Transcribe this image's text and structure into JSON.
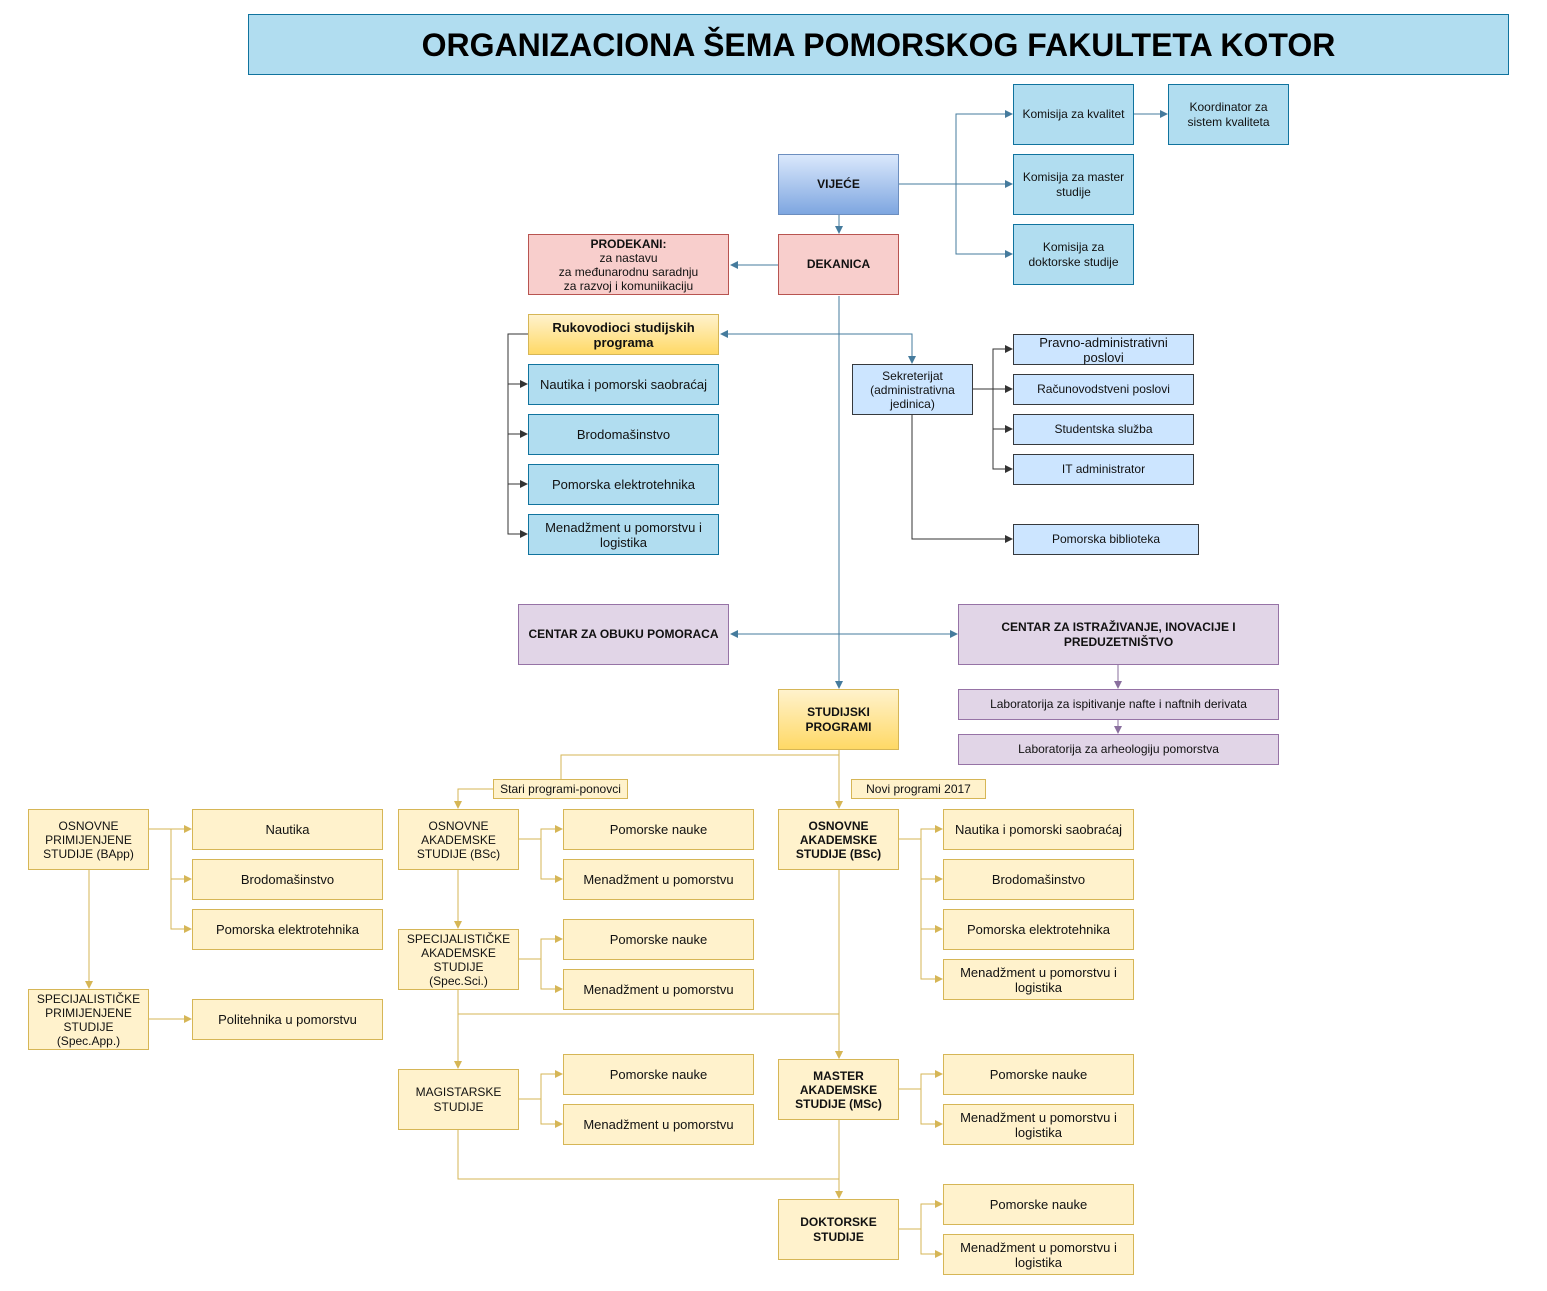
{
  "title": "ORGANIZACIONA ŠEMA POMORSKOG FAKULTETA KOTOR",
  "vijece": "VIJEĆE",
  "dekanica": "DEKANICA",
  "prodekani": {
    "heading": "PRODEKANI:",
    "lines": [
      "za nastavu",
      "za međunarodnu saradnju",
      "za razvoj i komuniikaciju"
    ]
  },
  "komisije": [
    "Komisija za kvalitet",
    "Komisija za master studije",
    "Komisija za doktorske studije"
  ],
  "koordinator": "Koordinator za sistem kvaliteta",
  "rukovodioci": {
    "heading": "Rukovodioci studijskih programa",
    "programs": [
      "Nautika i pomorski saobraćaj",
      "Brodomašinstvo",
      "Pomorska elektrotehnika",
      "Menadžment u pomorstvu i logistika"
    ]
  },
  "sekretarijat": {
    "name": "Sekreterijat (administrativna jedinica)",
    "units": [
      "Pravno-administrativni poslovi",
      "Računovodstveni poslovi",
      "Studentska služba",
      "IT administrator"
    ],
    "biblioteka": "Pomorska biblioteka"
  },
  "centar_obuka": "CENTAR ZA OBUKU POMORACA",
  "centar_istrazivanje": "CENTAR ZA ISTRAŽIVANJE, INOVACIJE I PREDUZETNIŠTVO",
  "laboratorije": [
    "Laboratorija za ispitivanje nafte i naftnih derivata",
    "Laboratorija za arheologiju pomorstva"
  ],
  "studijski_programi": "STUDIJSKI PROGRAMI",
  "stari_label": "Stari programi-ponovci",
  "novi_label": "Novi programi 2017",
  "stari": {
    "bapp": "OSNOVNE PRIMIJENJENE STUDIJE (BApp)",
    "bapp_items": [
      "Nautika",
      "Brodomašinstvo",
      "Pomorska elektrotehnika"
    ],
    "specapp": "SPECIJALISTIČKE PRIMIJENJENE STUDIJE (Spec.App.)",
    "specapp_items": [
      "Politehnika u pomorstvu"
    ],
    "bsc": "OSNOVNE AKADEMSKE STUDIJE (BSc)",
    "bsc_items": [
      "Pomorske nauke",
      "Menadžment u pomorstvu"
    ],
    "specsci": "SPECIJALISTIČKE AKADEMSKE STUDIJE (Spec.Sci.)",
    "specsci_items": [
      "Pomorske nauke",
      "Menadžment u pomorstvu"
    ],
    "mag": "MAGISTARSKE STUDIJE",
    "mag_items": [
      "Pomorske nauke",
      "Menadžment u pomorstvu"
    ]
  },
  "novi": {
    "bsc": "OSNOVNE AKADEMSKE STUDIJE (BSc)",
    "bsc_items": [
      "Nautika i pomorski saobraćaj",
      "Brodomašinstvo",
      "Pomorska elektrotehnika",
      "Menadžment u pomorstvu i logistika"
    ],
    "msc": "MASTER AKADEMSKE STUDIJE (MSc)",
    "msc_items": [
      "Pomorske nauke",
      "Menadžment u pomorstvu i logistika"
    ],
    "dr": "DOKTORSKE STUDIJE",
    "dr_items": [
      "Pomorske nauke",
      "Menadžment u pomorstvu i logistika"
    ]
  }
}
